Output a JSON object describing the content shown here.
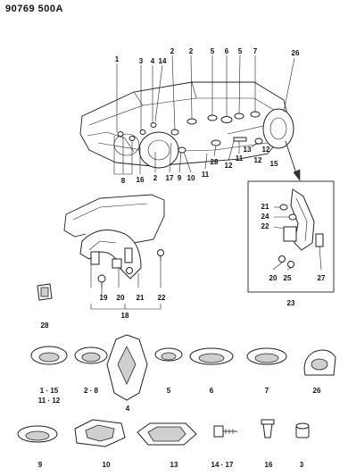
{
  "figure_id": "90769 500A",
  "callouts": {
    "car": {
      "c1": "1",
      "c3": "3",
      "c4": "4",
      "c14": "14",
      "c2a": "2",
      "c2b": "2",
      "c5a": "5",
      "c6": "6",
      "c5b": "5",
      "c7": "7",
      "c26": "26",
      "c8": "8",
      "c16": "16",
      "c2c": "2",
      "c17": "17",
      "c9": "9",
      "c10": "10",
      "c11a": "11",
      "c28a": "28",
      "c12a": "12",
      "c11b": "11",
      "c13": "13",
      "c12b": "12",
      "c12c": "12",
      "c15": "15"
    },
    "fender": {
      "c19": "19",
      "c20": "20",
      "c21": "21",
      "c22": "22",
      "c18": "18",
      "c28": "28"
    },
    "inset": {
      "c21": "21",
      "c24": "24",
      "c22": "22",
      "c20": "20",
      "c25": "25",
      "c27": "27",
      "c23": "23"
    },
    "parts": {
      "p1": "1 · 15",
      "p1b": "11 · 12",
      "p2": "2 · 8",
      "p4": "4",
      "p5": "5",
      "p6": "6",
      "p7": "7",
      "p26": "26",
      "p9": "9",
      "p10": "10",
      "p13": "13",
      "p14": "14 · 17",
      "p16": "16",
      "p3": "3"
    }
  }
}
